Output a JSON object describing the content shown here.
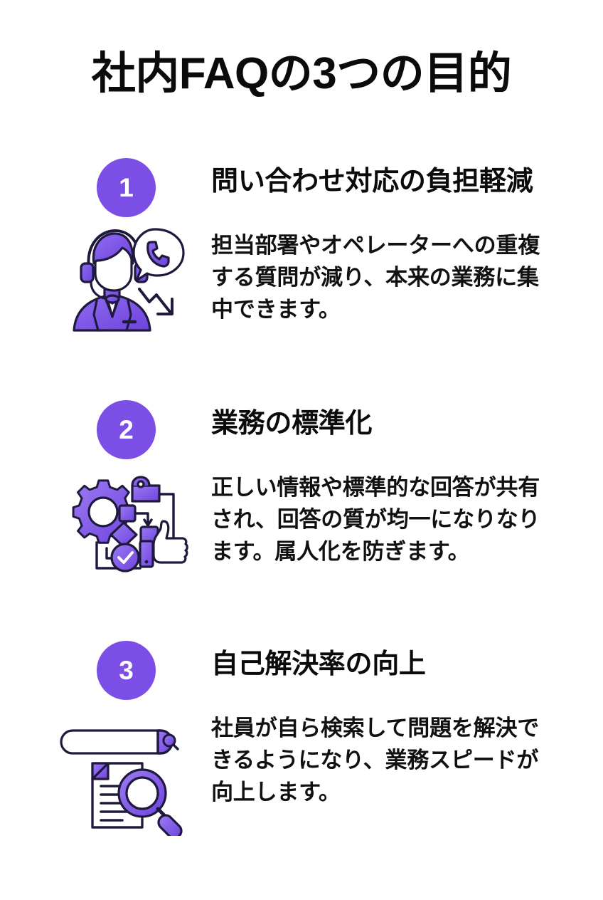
{
  "page": {
    "title": "社内FAQの3つの目的",
    "background_color": "#ffffff",
    "accent_color": "#7b4fe6",
    "outline_color": "#1f1a3d",
    "text_color": "#0b0b0b"
  },
  "items": [
    {
      "number": "1",
      "heading": "問い合わせ対応の負担軽減",
      "body": "担当部署やオペレーターへの重複する質問が減り、本来の業務に集中できます。",
      "icon_name": "headset-operator-icon"
    },
    {
      "number": "2",
      "heading": "業務の標準化",
      "body": "正しい情報や標準的な回答が共有され、回答の質が均一になりなります。属人化を防ぎます。",
      "icon_name": "workflow-gear-thumbsup-icon"
    },
    {
      "number": "3",
      "heading": "自己解決率の向上",
      "body": "社員が自ら検索して問題を解決できるようになり、業務スピードが向上します。",
      "icon_name": "document-search-icon"
    }
  ]
}
